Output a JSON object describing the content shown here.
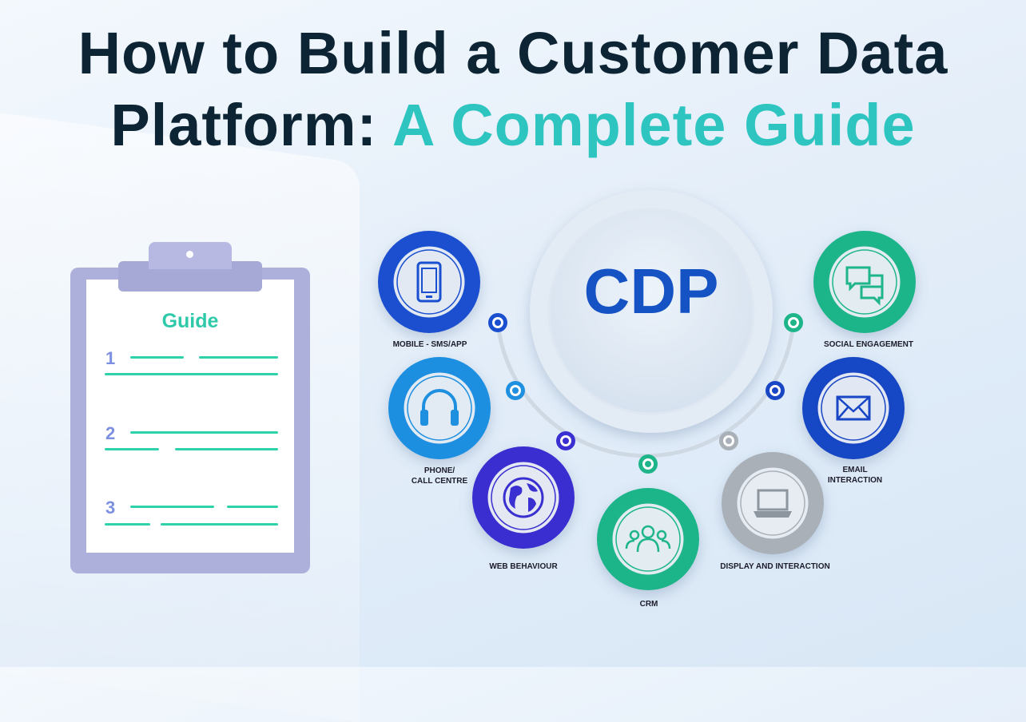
{
  "title": {
    "line1": "How to Build a Customer Data",
    "line2_dark": "Platform:",
    "line2_accent": "A Complete Guide"
  },
  "clipboard": {
    "heading": "Guide",
    "steps": [
      "1",
      "2",
      "3"
    ]
  },
  "diagram": {
    "center_label": "CDP",
    "nodes": [
      {
        "label": "MOBILE - SMS/APP",
        "icon": "mobile-phone-icon",
        "color": "#1a4fd0"
      },
      {
        "label": "PHONE/",
        "label2": "CALL CENTRE",
        "icon": "headphones-icon",
        "color": "#1f8fe0"
      },
      {
        "label": "WEB BEHAVIOUR",
        "icon": "globe-icon",
        "color": "#3a2fd0"
      },
      {
        "label": "CRM",
        "icon": "people-group-icon",
        "color": "#1fb58a"
      },
      {
        "label": "DISPLAY AND INTERACTION",
        "icon": "laptop-icon",
        "color": "#a9b0b8"
      },
      {
        "label": "EMAIL",
        "label2": "INTERACTION",
        "icon": "envelope-icon",
        "color": "#1846c4"
      },
      {
        "label": "SOCIAL ENGAGEMENT",
        "icon": "chat-bubbles-icon",
        "color": "#1fb58a"
      }
    ]
  }
}
